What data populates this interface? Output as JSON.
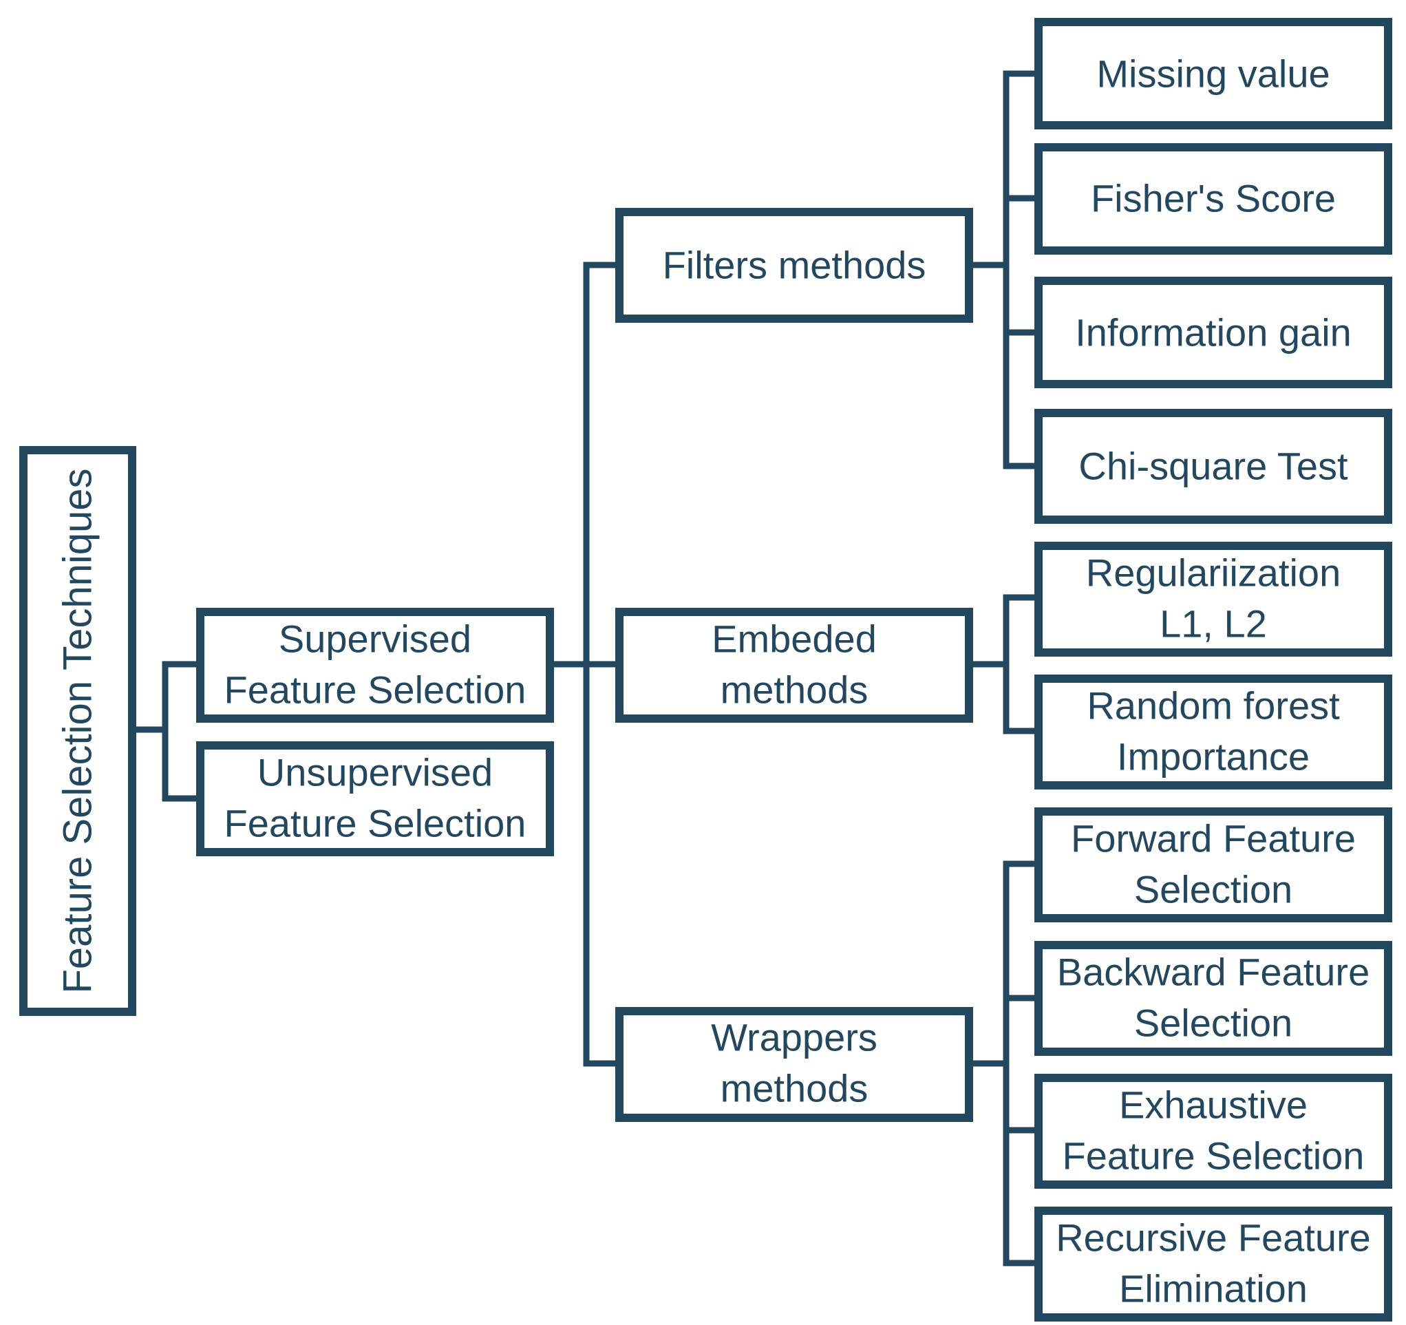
{
  "colors": {
    "stroke": "#23475f",
    "text": "#23475f",
    "background": "#ffffff"
  },
  "root": {
    "label": "Feature Selection Techniques"
  },
  "level1": {
    "supervised": {
      "line1": "Supervised",
      "line2": "Feature Selection"
    },
    "unsupervised": {
      "line1": "Unsupervised",
      "line2": "Feature Selection"
    }
  },
  "methods": {
    "filters": {
      "label": "Filters methods",
      "children": [
        {
          "label": "Missing value"
        },
        {
          "label": "Fisher's Score"
        },
        {
          "label": "Information gain"
        },
        {
          "label": "Chi-square Test"
        }
      ]
    },
    "embedded": {
      "line1": "Embeded",
      "line2": "methods",
      "children": [
        {
          "line1": "Regulariization",
          "line2": "L1, L2"
        },
        {
          "line1": "Random forest",
          "line2": "Importance"
        }
      ]
    },
    "wrappers": {
      "line1": "Wrappers",
      "line2": "methods",
      "children": [
        {
          "line1": "Forward Feature",
          "line2": "Selection"
        },
        {
          "line1": "Backward Feature",
          "line2": "Selection"
        },
        {
          "line1": "Exhaustive",
          "line2": "Feature Selection"
        },
        {
          "line1": "Recursive Feature",
          "line2": "Elimination"
        }
      ]
    }
  }
}
